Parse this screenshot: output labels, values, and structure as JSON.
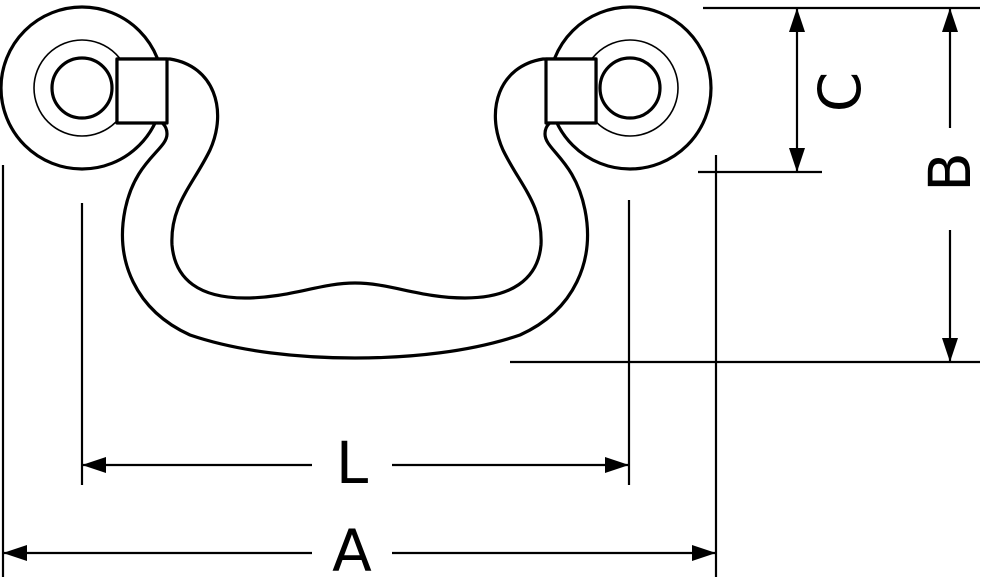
{
  "drawing": {
    "dimension_labels": {
      "A": "A",
      "B": "B",
      "C": "C",
      "L": "L"
    },
    "colors": {
      "line": "#000000",
      "background": "#ffffff"
    }
  }
}
